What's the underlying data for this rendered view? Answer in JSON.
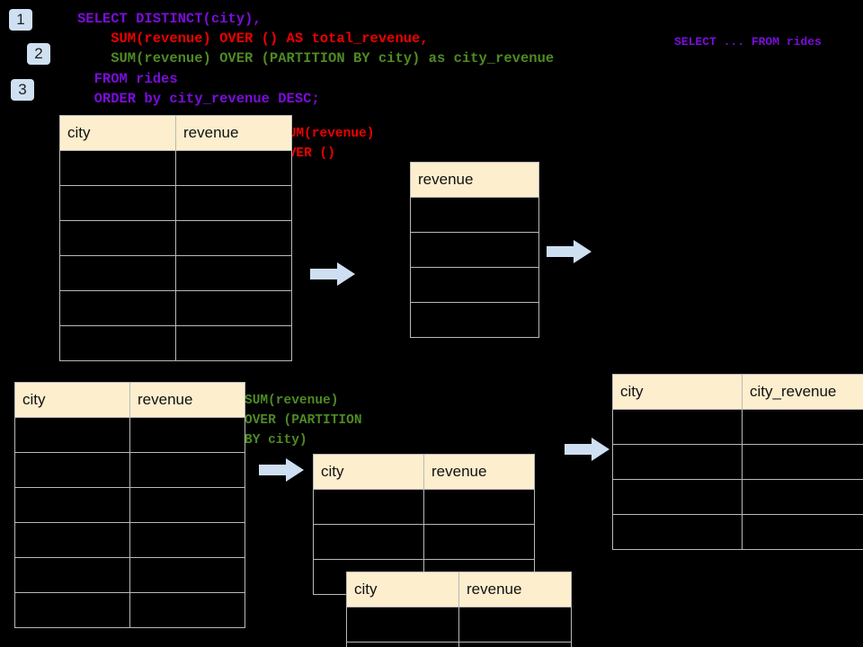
{
  "badges": [
    {
      "label": "1"
    },
    {
      "label": "2"
    },
    {
      "label": "3"
    }
  ],
  "sql": {
    "line1": "SELECT DISTINCT(city),",
    "line2": "    SUM(revenue) OVER () AS total_revenue,",
    "line3": "    SUM(revenue) OVER (PARTITION BY city) as city_revenue",
    "line4": "  FROM rides",
    "line5": "  ORDER by city_revenue DESC;",
    "colors": {
      "purple": "#7b0ddb",
      "red": "#ee0000",
      "green": "#4e8a24"
    }
  },
  "side_note": {
    "text": "SELECT ... FROM rides"
  },
  "annotations": {
    "total_revenue": "SUM(revenue)\nOVER ()",
    "city_revenue": "SUM(revenue)\nOVER (PARTITION\nBY city)"
  },
  "tables": {
    "source_top": {
      "name": "rides-source-table-top",
      "headers": [
        "city",
        "revenue"
      ],
      "body_rows": 6
    },
    "total_revenue": {
      "name": "total-revenue-table",
      "headers": [
        "revenue"
      ],
      "body_rows": 4
    },
    "source_bottom": {
      "name": "rides-source-table-bottom",
      "headers": [
        "city",
        "revenue"
      ],
      "body_rows": 6
    },
    "partition_back": {
      "name": "partition-table-back",
      "headers": [
        "city",
        "revenue"
      ],
      "body_rows": 3
    },
    "partition_front": {
      "name": "partition-table-front",
      "headers": [
        "city",
        "revenue"
      ],
      "body_rows": 2
    },
    "result": {
      "name": "final-result-table",
      "headers": [
        "city",
        "city_revenue"
      ],
      "body_rows": 4
    }
  },
  "theme": {
    "background": "#000000",
    "header_fill": "#fdeece",
    "grid_line": "#b9b9b9",
    "arrow_fill": "#cfdff2",
    "badge_fill": "#cfe0f2"
  }
}
